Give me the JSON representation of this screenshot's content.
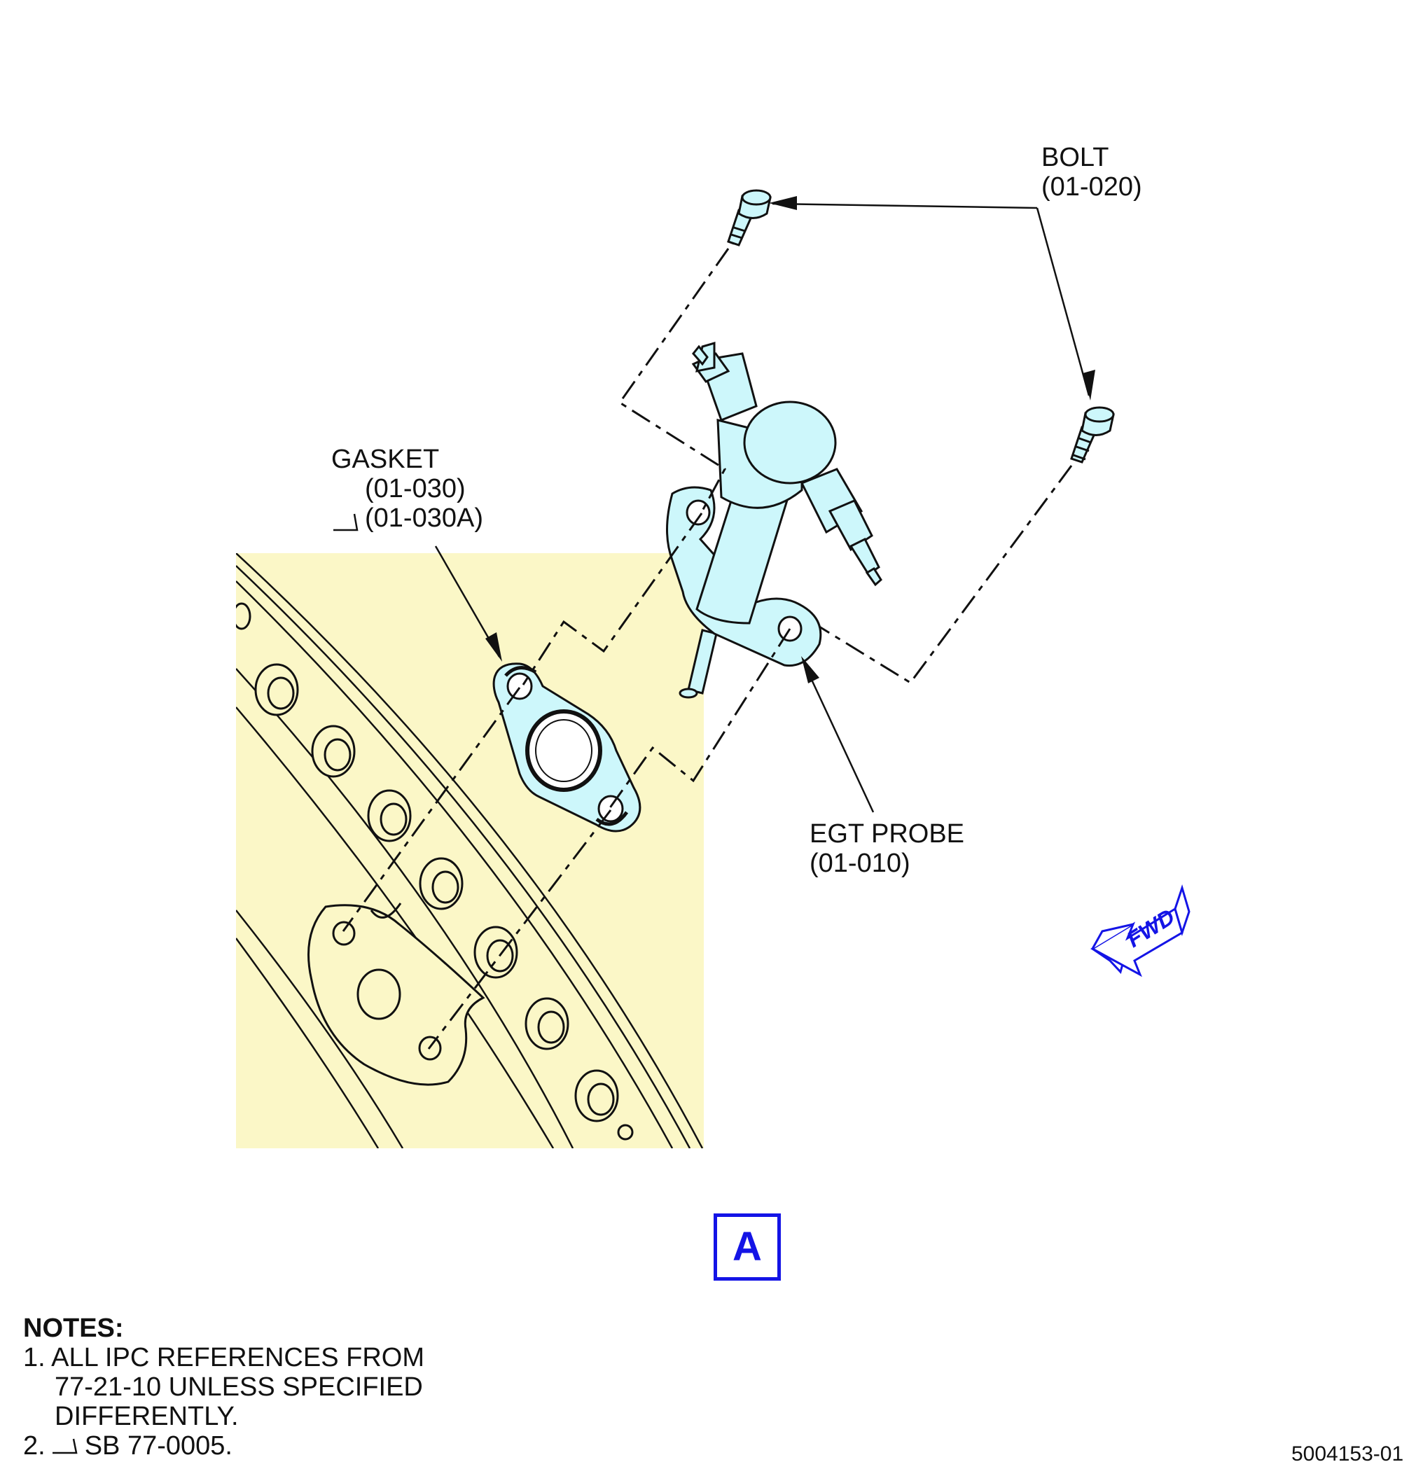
{
  "labels": {
    "bolt": {
      "name": "BOLT",
      "ref": "(01-020)"
    },
    "gasket": {
      "name": "GASKET",
      "ref": "(01-030)",
      "ref_alt": "(01-030A)"
    },
    "egt_probe": {
      "name": "EGT PROBE",
      "ref": "(01-010)"
    }
  },
  "direction_arrow": {
    "text": "FWD",
    "color": "#1414e6"
  },
  "view_letter": "A",
  "notes": {
    "title": "NOTES:",
    "items": [
      {
        "number": "1.",
        "lines": [
          "ALL IPC REFERENCES FROM",
          "77-21-10 UNLESS SPECIFIED",
          "DIFFERENTLY."
        ]
      },
      {
        "number": "2.",
        "lines": [
          "SB 77-0005."
        ]
      }
    ]
  },
  "figure_id": "5004153-01",
  "colors": {
    "case_fill": "#fbf7c7",
    "part_fill": "#cdf7fb",
    "line": "#111111",
    "accent": "#1414e6"
  }
}
